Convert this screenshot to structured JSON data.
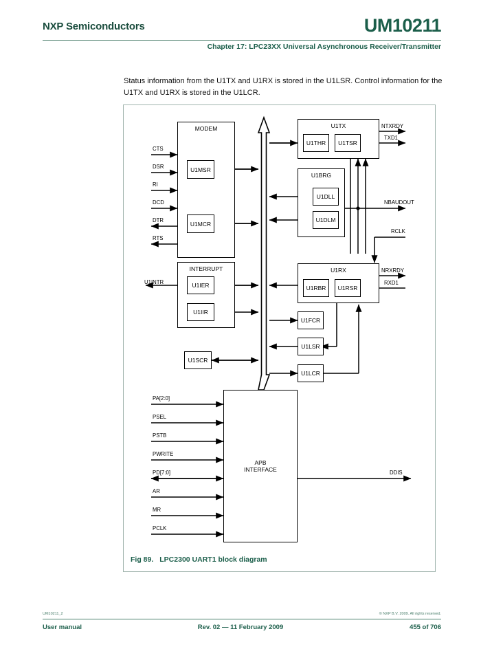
{
  "header": {
    "company": "NXP Semiconductors",
    "doc_number": "UM10211",
    "chapter_title": "Chapter 17: LPC23XX Universal Asynchronous Receiver/Transmitter",
    "rule_color": "#4b7f6c",
    "accent_color": "#1b5e4a"
  },
  "body": {
    "intro_paragraph": "Status information from the U1TX and U1RX is stored in the U1LSR. Control information for the U1TX and U1RX is stored in the U1LCR."
  },
  "figure": {
    "caption_number": "Fig 89.",
    "caption_text": "LPC2300 UART1 block diagram",
    "border_color": "#9fb3ac",
    "groups": [
      {
        "id": "modem",
        "title": "MODEM"
      },
      {
        "id": "interrupt",
        "title": "INTERRUPT"
      },
      {
        "id": "u1tx",
        "title": "U1TX"
      },
      {
        "id": "u1brg",
        "title": "U1BRG"
      },
      {
        "id": "u1rx",
        "title": "U1RX"
      }
    ],
    "registers": [
      {
        "id": "u1msr",
        "label": "U1MSR"
      },
      {
        "id": "u1mcr",
        "label": "U1MCR"
      },
      {
        "id": "u1ier",
        "label": "U1IER"
      },
      {
        "id": "u1iir",
        "label": "U1IIR"
      },
      {
        "id": "u1scr",
        "label": "U1SCR"
      },
      {
        "id": "u1thr",
        "label": "U1THR"
      },
      {
        "id": "u1tsr",
        "label": "U1TSR"
      },
      {
        "id": "u1dll",
        "label": "U1DLL"
      },
      {
        "id": "u1dlm",
        "label": "U1DLM"
      },
      {
        "id": "u1rbr",
        "label": "U1RBR"
      },
      {
        "id": "u1rsr",
        "label": "U1RSR"
      },
      {
        "id": "u1fcr",
        "label": "U1FCR"
      },
      {
        "id": "u1lsr",
        "label": "U1LSR"
      },
      {
        "id": "u1lcr",
        "label": "U1LCR"
      }
    ],
    "apb_block": {
      "line1": "APB",
      "line2": "INTERFACE"
    },
    "modem_signals": [
      {
        "name": "CTS",
        "direction": "in"
      },
      {
        "name": "DSR",
        "direction": "in"
      },
      {
        "name": "RI",
        "direction": "in"
      },
      {
        "name": "DCD",
        "direction": "in"
      },
      {
        "name": "DTR",
        "direction": "out"
      },
      {
        "name": "RTS",
        "direction": "out"
      }
    ],
    "interrupt_signals": [
      {
        "name": "U1INTR",
        "direction": "out"
      }
    ],
    "right_signals": [
      {
        "name": "NTXRDY",
        "direction": "out"
      },
      {
        "name": "TXD1",
        "direction": "out"
      },
      {
        "name": "NBAUDOUT",
        "direction": "out"
      },
      {
        "name": "RCLK",
        "direction": "in"
      },
      {
        "name": "NRXRDY",
        "direction": "out"
      },
      {
        "name": "RXD1",
        "direction": "in"
      }
    ],
    "apb_signals": [
      {
        "name": "PA[2:0]",
        "direction": "in"
      },
      {
        "name": "PSEL",
        "direction": "in"
      },
      {
        "name": "PSTB",
        "direction": "in"
      },
      {
        "name": "PWRITE",
        "direction": "in"
      },
      {
        "name": "PD[7:0]",
        "direction": "bidirectional"
      },
      {
        "name": "AR",
        "direction": "in"
      },
      {
        "name": "MR",
        "direction": "in"
      },
      {
        "name": "PCLK",
        "direction": "in"
      }
    ],
    "apb_output_signals": [
      {
        "name": "DDIS",
        "direction": "out"
      }
    ]
  },
  "footer": {
    "doc_id": "UM10211_2",
    "copyright": "© NXP B.V. 2009. All rights reserved.",
    "left": "User manual",
    "center": "Rev. 02 — 11 February 2009",
    "right": "455 of 706"
  }
}
